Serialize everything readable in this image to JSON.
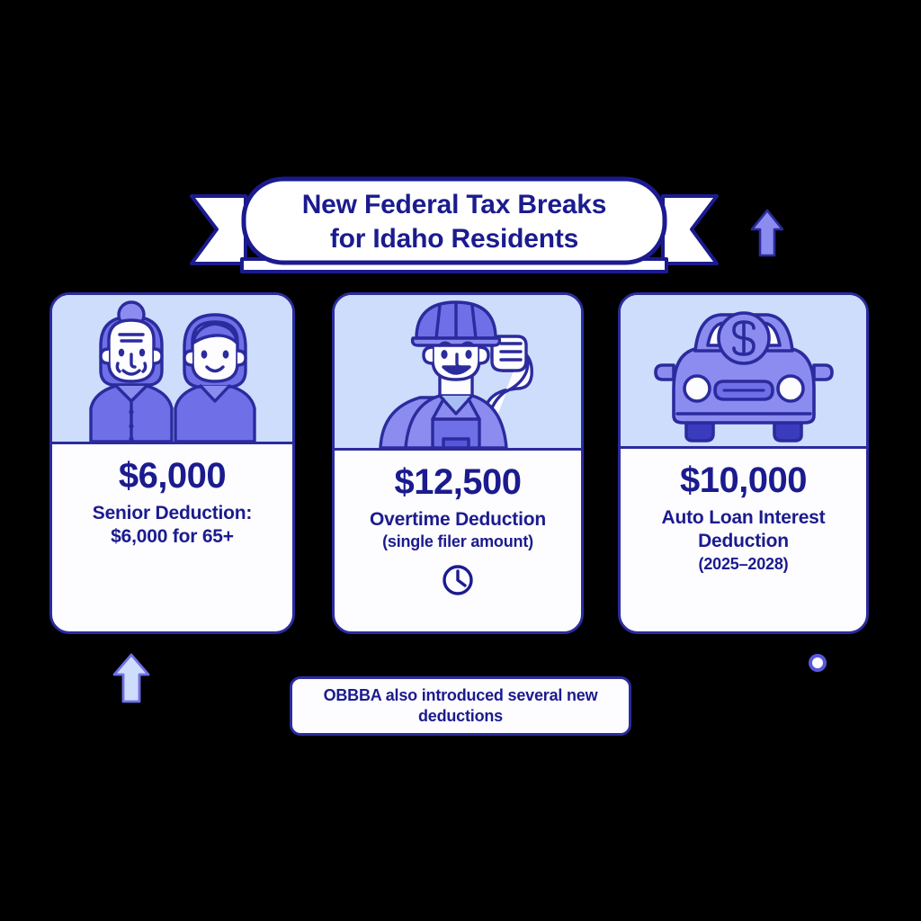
{
  "banner": {
    "title_line_1": "New Federal Tax Breaks",
    "title_line_2": "for Idaho Residents"
  },
  "cards": [
    {
      "amount": "$6,000",
      "description": "Senior Deduction:",
      "subtext": "$6,000 for 65+",
      "illustration": "elderly-couple-illustration",
      "icon": ""
    },
    {
      "amount": "$12,500",
      "description": "Overtime Deduction",
      "subtext": "(single filer amount)",
      "illustration": "construction-worker-flexing-illustration",
      "icon": "clock-icon"
    },
    {
      "amount": "$10,000",
      "description": "Auto Loan Interest Deduction",
      "subtext": "(2025–2028)",
      "illustration": "car-with-dollar-sign-illustration",
      "icon": ""
    }
  ],
  "caption": {
    "text": "OBBBA also introduced several new deductions"
  },
  "decorations": [
    {
      "name": "up-arrow-right",
      "icon": "arrow-up-icon"
    },
    {
      "name": "up-arrow-bottom-left",
      "icon": "arrow-up-icon"
    },
    {
      "name": "dot-right",
      "icon": "circle-icon"
    }
  ],
  "colors": {
    "background": "#000000",
    "ink": "#1b1b8f",
    "stroke": "#2b2b9e",
    "panel_fill": "#cdddfb",
    "card_fill": "#fdfdff",
    "accent_violet": "#6f6fe8",
    "accent_light": "#a9bdf5"
  }
}
